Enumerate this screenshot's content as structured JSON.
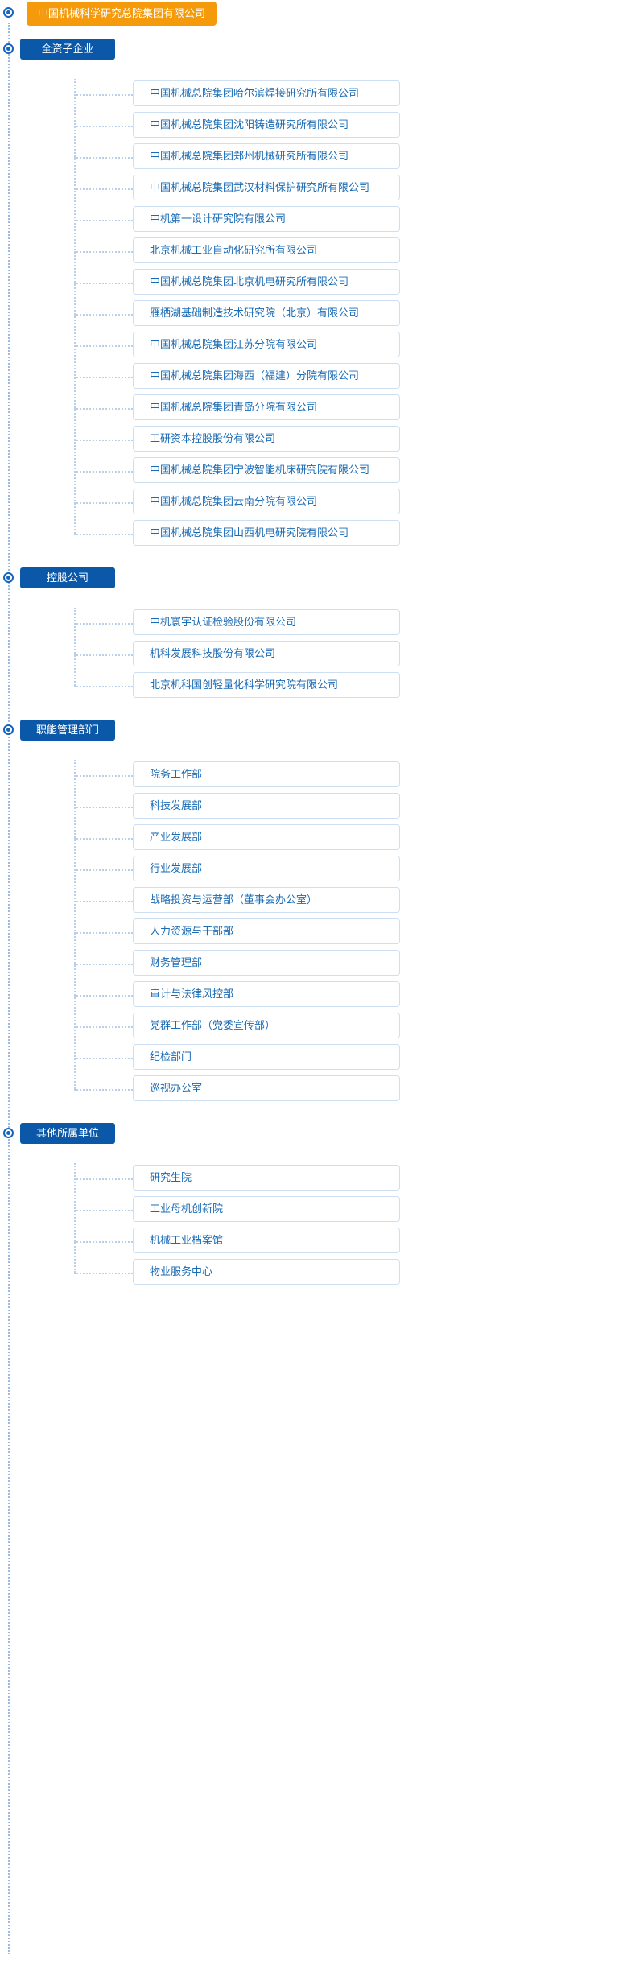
{
  "root": {
    "label": "中国机械科学研究总院集团有限公司",
    "color": "#f59a0b"
  },
  "theme": {
    "group_color": "#0b57a8",
    "item_text_color": "#1a6bb5",
    "item_border_color": "#cddff0",
    "line_color": "#b9d0e8",
    "spine_color": "#9dbbe0"
  },
  "groups": [
    {
      "label": "全资子企业",
      "items": [
        {
          "label": "中国机械总院集团哈尔滨焊接研究所有限公司"
        },
        {
          "label": "中国机械总院集团沈阳铸造研究所有限公司"
        },
        {
          "label": "中国机械总院集团郑州机械研究所有限公司"
        },
        {
          "label": "中国机械总院集团武汉材料保护研究所有限公司"
        },
        {
          "label": "中机第一设计研究院有限公司"
        },
        {
          "label": "北京机械工业自动化研究所有限公司"
        },
        {
          "label": "中国机械总院集团北京机电研究所有限公司"
        },
        {
          "label": "雁栖湖基础制造技术研究院（北京）有限公司"
        },
        {
          "label": "中国机械总院集团江苏分院有限公司"
        },
        {
          "label": "中国机械总院集团海西（福建）分院有限公司"
        },
        {
          "label": "中国机械总院集团青岛分院有限公司"
        },
        {
          "label": "工研资本控股股份有限公司"
        },
        {
          "label": "中国机械总院集团宁波智能机床研究院有限公司"
        },
        {
          "label": "中国机械总院集团云南分院有限公司"
        },
        {
          "label": "中国机械总院集团山西机电研究院有限公司"
        }
      ]
    },
    {
      "label": "控股公司",
      "items": [
        {
          "label": "中机寰宇认证检验股份有限公司"
        },
        {
          "label": "机科发展科技股份有限公司"
        },
        {
          "label": "北京机科国创轻量化科学研究院有限公司"
        }
      ]
    },
    {
      "label": "职能管理部门",
      "items": [
        {
          "label": "院务工作部"
        },
        {
          "label": "科技发展部"
        },
        {
          "label": "产业发展部"
        },
        {
          "label": "行业发展部"
        },
        {
          "label": "战略投资与运营部（董事会办公室）"
        },
        {
          "label": "人力资源与干部部"
        },
        {
          "label": "财务管理部"
        },
        {
          "label": "审计与法律风控部"
        },
        {
          "label": "党群工作部（党委宣传部）"
        },
        {
          "label": "纪检部门"
        },
        {
          "label": "巡视办公室"
        }
      ]
    },
    {
      "label": "其他所属单位",
      "items": [
        {
          "label": "研究生院"
        },
        {
          "label": "工业母机创新院"
        },
        {
          "label": "机械工业档案馆"
        },
        {
          "label": "物业服务中心"
        }
      ]
    }
  ]
}
